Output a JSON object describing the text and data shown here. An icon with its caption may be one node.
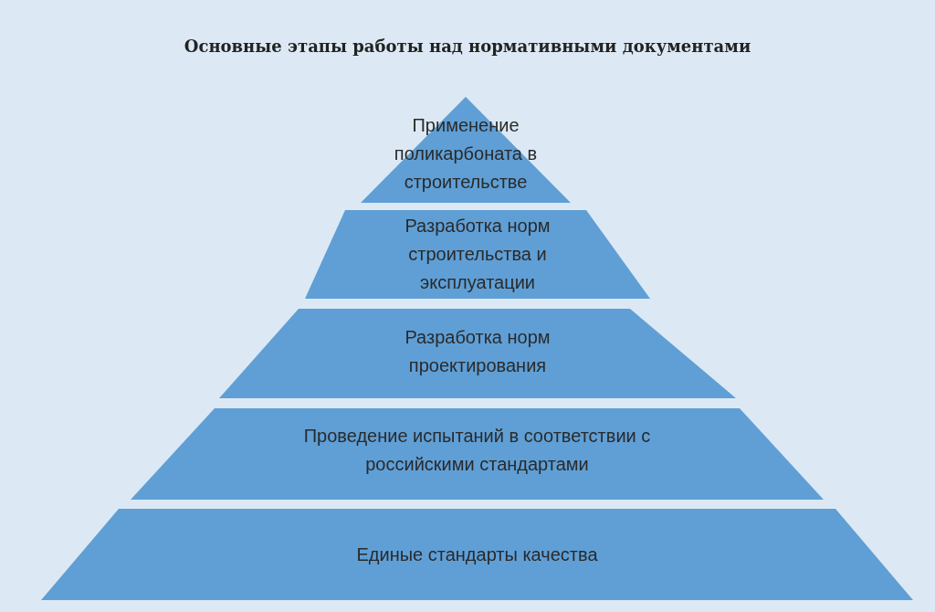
{
  "diagram": {
    "title": "Основные этапы работы над нормативными документами",
    "nodes": [
      {
        "text": [
          "Применение поликарбоната в строительстве"
        ]
      },
      {
        "text": [
          "Разработка норм строительства и эксплуатации"
        ]
      },
      {
        "text": [
          "Разработка норм проектирования"
        ]
      },
      {
        "text": [
          "Проведение испытаний в соответствии с российскими стандартами"
        ]
      },
      {
        "text": [
          "Единые стандарты качества"
        ]
      }
    ]
  }
}
